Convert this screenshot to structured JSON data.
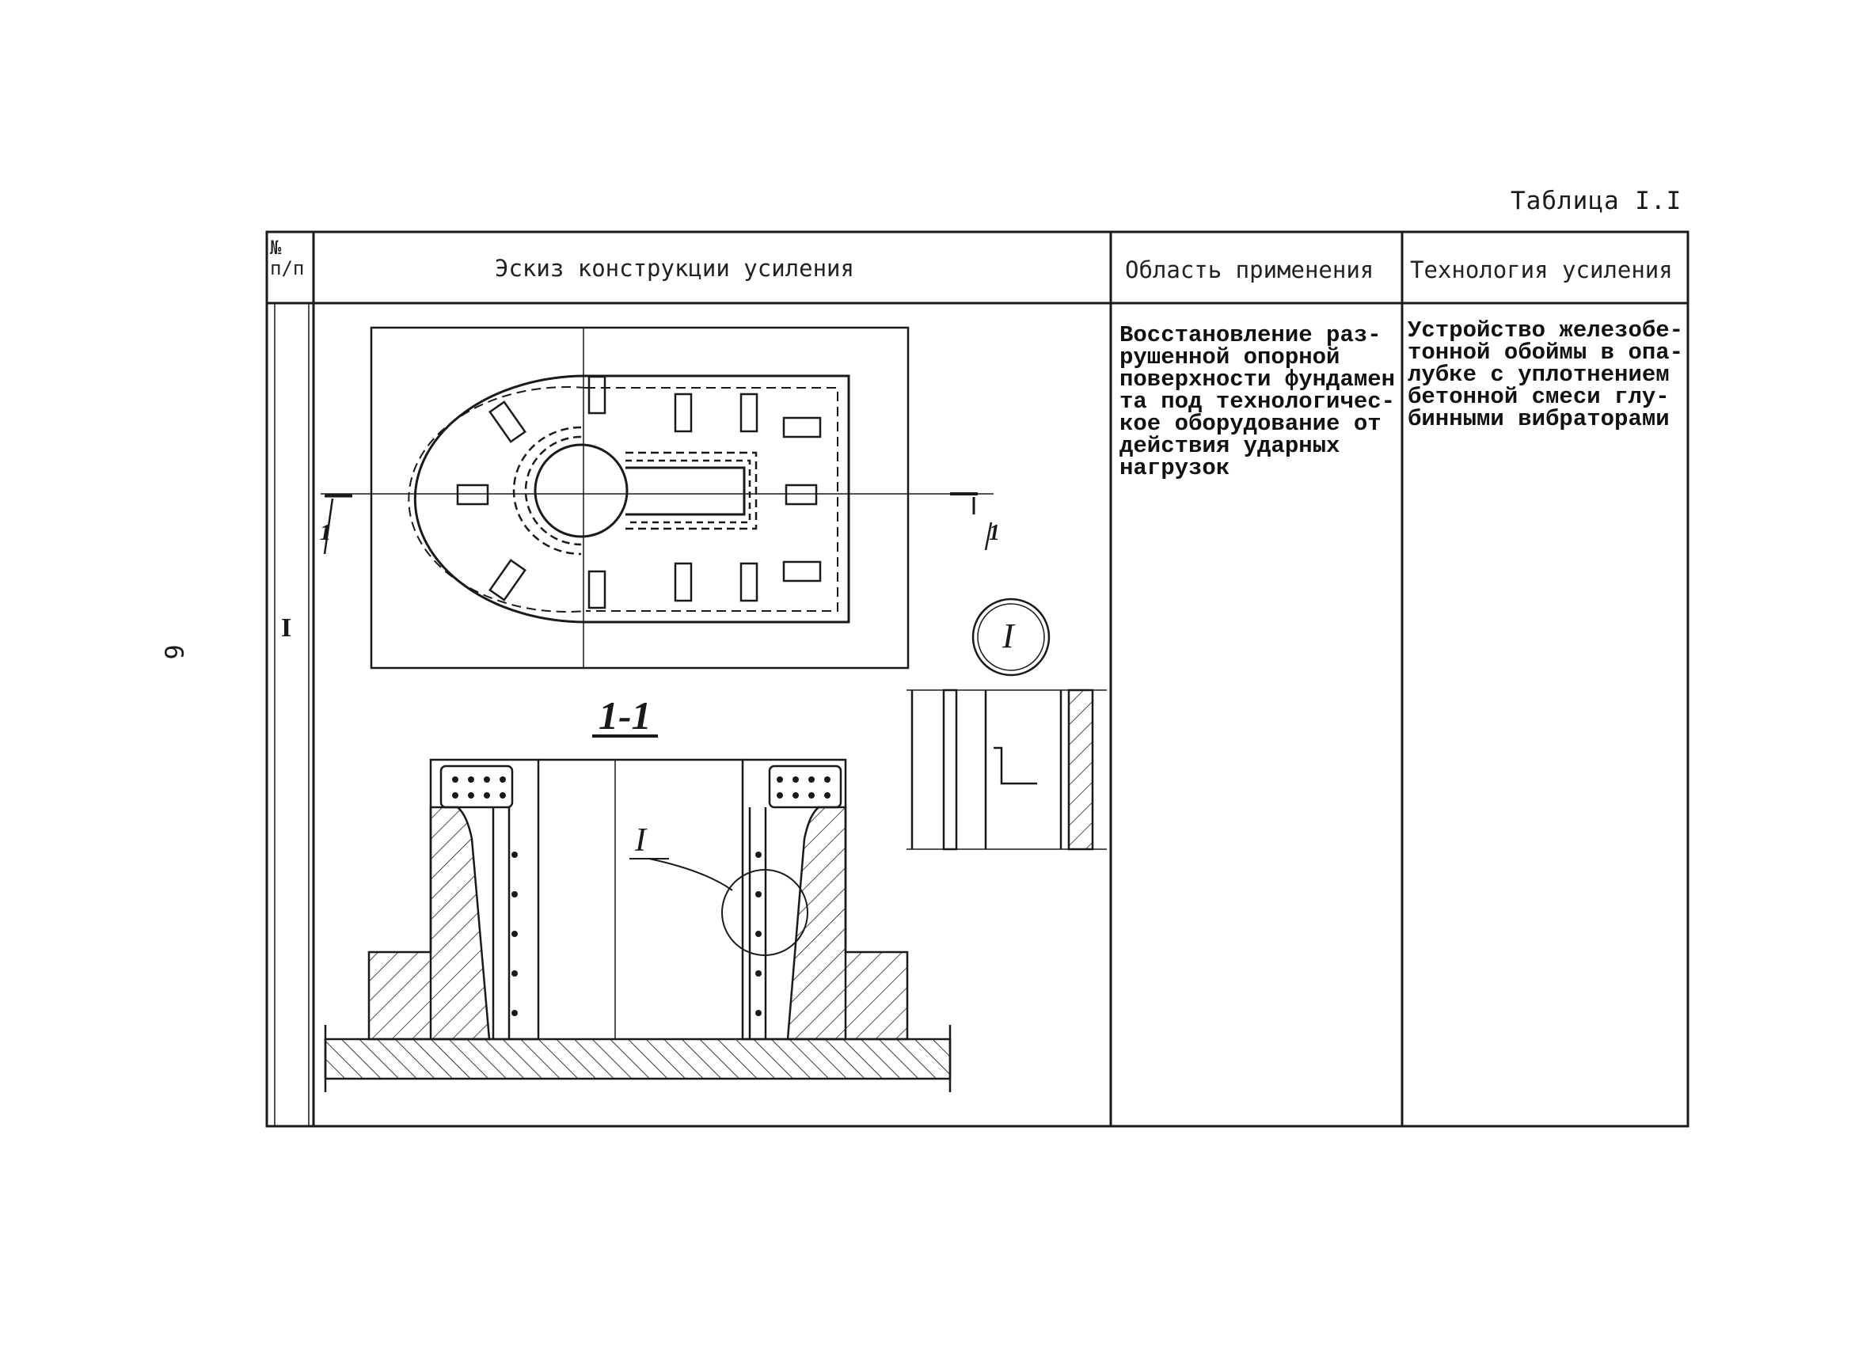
{
  "table_label": "Таблица I.I",
  "page_number": "6",
  "columns": {
    "num": "№\nп/п",
    "sketch": "Эскиз конструкции усиления",
    "application": "Область применения",
    "technology": "Технология усиления"
  },
  "row": {
    "number": "I",
    "application_lines": [
      "Восстановление раз-",
      "рушенной опорной",
      "поверхности фундамен",
      "та под технологичес-",
      "кое оборудование от",
      "действия ударных",
      "нагрузок"
    ],
    "technology_lines": [
      "Устройство железобе-",
      "тонной обоймы в опа-",
      "лубке с уплотнением",
      "бетонной смеси глу-",
      "бинными вибраторами"
    ]
  },
  "drawing": {
    "section_mark": "1",
    "section_label": "1-1",
    "detail_label": "I",
    "detail_callout": "I"
  }
}
